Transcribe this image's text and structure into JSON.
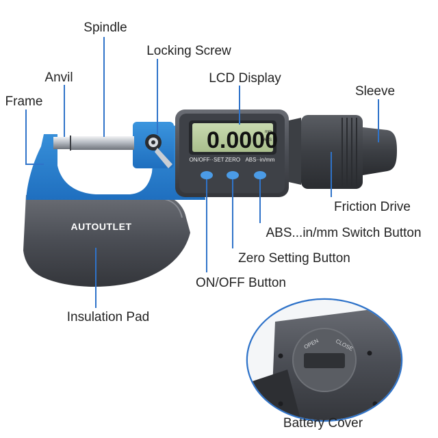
{
  "labels": {
    "spindle": "Spindle",
    "locking_screw": "Locking Screw",
    "anvil": "Anvil",
    "lcd_display": "LCD Display",
    "sleeve": "Sleeve",
    "frame": "Frame",
    "friction_drive": "Friction Drive",
    "abs_switch_button": "ABS...in/mm Switch Button",
    "zero_setting_button": "Zero Setting Button",
    "on_off_button": "ON/OFF Button",
    "insulation_pad": "Insulation Pad",
    "battery_cover": "Battery Cover"
  },
  "device": {
    "brand": "AUTOUTLET",
    "lcd_reading": "0.0000",
    "lcd_unit_mm": "mm",
    "lcd_unit_abs": "ABS",
    "button_labels": {
      "on_off_set": "ON/OFF··SET",
      "zero": "ZERO",
      "abs_in_mm": "ABS··in/mm"
    },
    "battery_open": "OPEN",
    "battery_close": "CLOSE"
  },
  "colors": {
    "leader_line": "#2f73c9",
    "frame_blue": "#2f87d4",
    "body_dark": "#4a4d54",
    "lcd_green": "#b8cc9c",
    "button_blue": "#4b9be6"
  }
}
